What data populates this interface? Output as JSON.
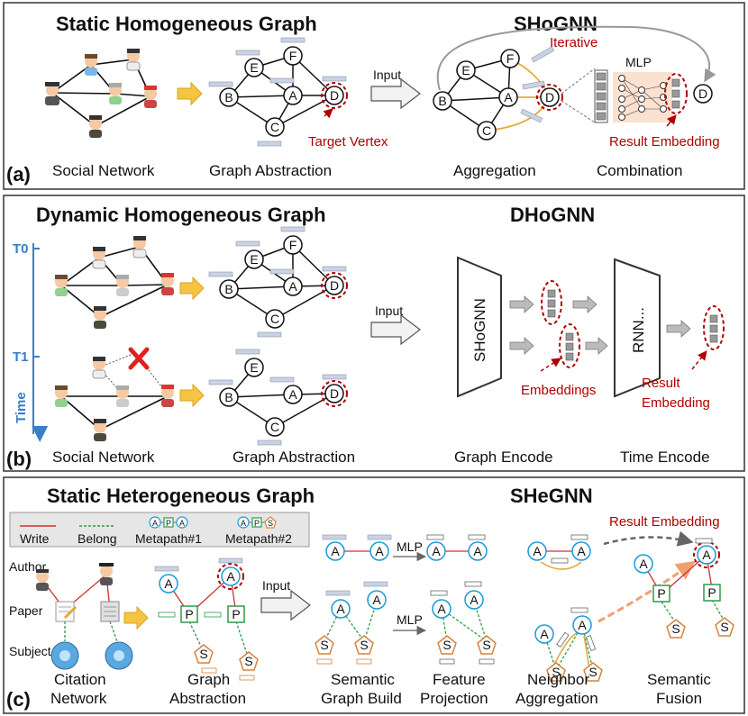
{
  "panels": {
    "a": {
      "label": "(a)",
      "title_left": "Static Homogeneous Graph",
      "title_right": "SHoGNN",
      "captions": [
        "Social Network",
        "Graph Abstraction",
        "Aggregation",
        "Combination"
      ],
      "input_label": "Input",
      "iterative_label": "Iterative",
      "mlp_label": "MLP",
      "target_vertex_label": "Target Vertex",
      "result_embedding_label": "Result Embedding",
      "nodes": [
        "A",
        "B",
        "C",
        "D",
        "E",
        "F"
      ]
    },
    "b": {
      "label": "(b)",
      "title_left": "Dynamic Homogeneous Graph",
      "title_right": "DHoGNN",
      "time_t0": "T0",
      "time_t1": "T1",
      "time_axis": "Time",
      "captions": [
        "Social Network",
        "Graph Abstraction",
        "Graph Encode",
        "Time Encode"
      ],
      "input_label": "Input",
      "encoder_label": "SHoGNN",
      "rnn_label": "RNN...",
      "embeddings_label": "Embeddings",
      "result_label_1": "Result",
      "result_label_2": "Embedding"
    },
    "c": {
      "label": "(c)",
      "title_left": "Static Heterogeneous Graph",
      "title_right": "SHeGNN",
      "legend": {
        "write": "Write",
        "belong": "Belong",
        "metapath1": "Metapath#1",
        "metapath2": "Metapath#2"
      },
      "entity_author": "Author",
      "entity_paper": "Paper",
      "entity_subject": "Subject",
      "input_label": "Input",
      "mlp_label": "MLP",
      "result_embedding_label": "Result Embedding",
      "caption_lines": [
        [
          "Citation",
          "Network"
        ],
        [
          "Graph",
          "Abstraction"
        ],
        [
          "Semantic",
          "Graph Build"
        ],
        [
          "Feature",
          "Projection"
        ],
        [
          "Neighbor",
          "Aggregation"
        ],
        [
          "Semantic",
          "Fusion"
        ]
      ]
    }
  },
  "colors": {
    "accent_red": "#b00000",
    "time_blue": "#3a7ec8",
    "author_blue": "#1a9ad6",
    "paper_green": "#2e9a4a",
    "subject_orange": "#d9823a",
    "write_red": "#d03030",
    "arrow_yellow": "#f5c542",
    "mlp_fill": "#fbe1cf"
  }
}
